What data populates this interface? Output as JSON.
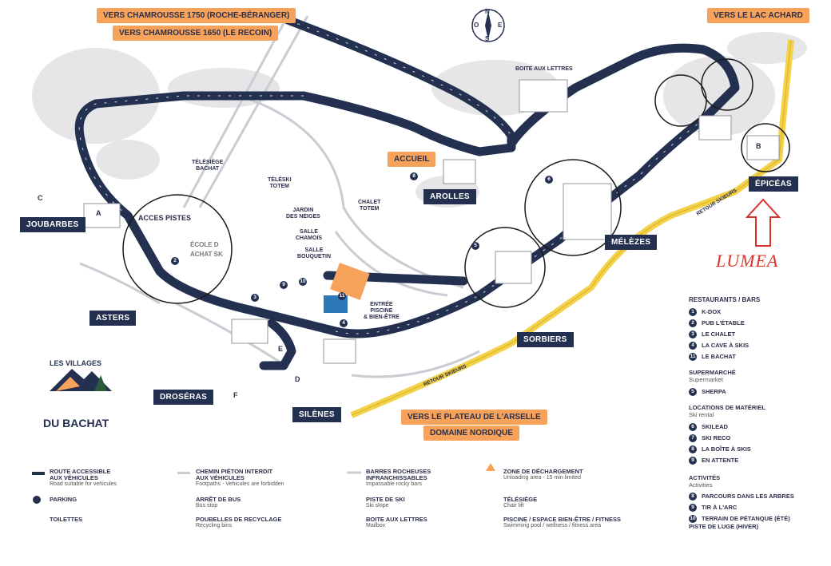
{
  "directions": {
    "chamrousse_1750": "VERS CHAMROUSSE 1750 (ROCHE-BÉRANGER)",
    "chamrousse_1650": "VERS CHAMROUSSE 1650 (LE RECOIN)",
    "lac_achard": "VERS LE LAC ACHARD",
    "plateau_arselle": "VERS LE PLATEAU DE L'ARSELLE",
    "domaine_nordique": "DOMAINE NORDIQUE"
  },
  "villages": {
    "joubarbes": "JOUBARBES",
    "asters": "ASTERS",
    "droseras": "DROSÉRAS",
    "silenes": "SILÈNES",
    "sorbiers": "SORBIERS",
    "melezes": "MÉLÈZES",
    "arolles": "AROLLES",
    "epiceas": "ÉPICÉAS"
  },
  "places": {
    "accueil": "ACCUEIL",
    "boite_lettres": "BOITE AUX LETTRES",
    "telesiege": "TÉLÉSIÈGE\nBACHAT",
    "teleski": "TÉLÉSKI\nTOTEM",
    "jardin": "JARDIN\nDES NEIGES",
    "chalet_totem": "CHALET\nTOTEM",
    "salle_chamois": "SALLE\nCHAMOIS",
    "salle_bouquetin": "SALLE\nBOUQUETIN",
    "entree_piscine": "ENTRÉE\nPISCINE\n& BIEN-ÊTRE",
    "acces_pistes": "ACCES PISTES",
    "ecole": "ÉCOLE D",
    "achat": "ACHAT SK",
    "retour_skieurs_1": "RETOUR SKIEURS",
    "retour_skieurs_2": "RETOUR SKIEURS"
  },
  "compass": {
    "n": "N",
    "s": "S",
    "e": "E",
    "o": "O"
  },
  "annotation": "LUMEA",
  "logo": {
    "line1": "LES VILLAGES",
    "line2": "DU BACHAT"
  },
  "legend": {
    "route": {
      "t": "ROUTE ACCESSIBLE\nAUX VÉHICULES",
      "s": "Road suitable for vehicules"
    },
    "parking": {
      "t": "PARKING"
    },
    "toilettes": {
      "t": "TOILETTES"
    },
    "chemin": {
      "t": "CHEMIN PIÉTON INTERDIT\nAUX VÉHICULES",
      "s": "Footpaths - Vehicules are forbidden"
    },
    "arret": {
      "t": "ARRÊT DE BUS",
      "s": "Bus stop"
    },
    "poubelles": {
      "t": "POUBELLES DE RECYCLAGE",
      "s": "Recycling bins"
    },
    "barres": {
      "t": "BARRES ROCHEUSES\nINFRANCHISSABLES",
      "s": "Impassable rocky bars"
    },
    "piste": {
      "t": "PISTE DE SKI",
      "s": "Ski slope"
    },
    "boite": {
      "t": "BOITE AUX LETTRES",
      "s": "Mailbox"
    },
    "zone": {
      "t": "ZONE DE DÉCHARGEMENT",
      "s": "Unloading area - 15 min limited"
    },
    "telesiege": {
      "t": "TÉLÉSIÈGE",
      "s": "Chair lift"
    },
    "piscine": {
      "t": "PISCINE / ESPACE BIEN-ÊTRE / FITNESS",
      "s": "Swimming pool / wellness / fitness area"
    }
  },
  "legend_right": {
    "restaurants_title": "RESTAURANTS / BARS",
    "restaurants": [
      {
        "n": "1",
        "t": "K-DOX"
      },
      {
        "n": "2",
        "t": "PUB L'ÉTABLE"
      },
      {
        "n": "3",
        "t": "LE CHALET"
      },
      {
        "n": "4",
        "t": "LA CAVE À SKIS"
      },
      {
        "n": "11",
        "t": "LE BACHAT"
      }
    ],
    "supermarche": {
      "t": "SUPERMARCHÉ",
      "s": "Supermarket"
    },
    "sherpa": {
      "n": "5",
      "t": "SHERPA"
    },
    "locations": {
      "t": "LOCATIONS DE MATÉRIEL",
      "s": "Ski rental"
    },
    "rentals": [
      {
        "n": "6",
        "t": "SKILEAD"
      },
      {
        "n": "7",
        "t": "SKI RECO"
      },
      {
        "n": "8",
        "t": "LA BOÎTE À SKIS"
      },
      {
        "n": "9",
        "t": "EN ATTENTE"
      }
    ],
    "activites": {
      "t": "ACTIVITÉS",
      "s": "Activities"
    },
    "acts": [
      {
        "n": "8",
        "t": "PARCOURS DANS LES ARBRES"
      },
      {
        "n": "9",
        "t": "TIR À L'ARC"
      },
      {
        "n": "10",
        "t": "TERRAIN DE PÉTANQUE (ÉTÉ)\nPISTE DE LUGE (HIVER)"
      }
    ]
  },
  "map_numbers": [
    "2",
    "3",
    "5",
    "6",
    "8",
    "9",
    "10",
    "11",
    "4"
  ],
  "building_letters": [
    "A",
    "B",
    "C",
    "D",
    "E",
    "F"
  ]
}
